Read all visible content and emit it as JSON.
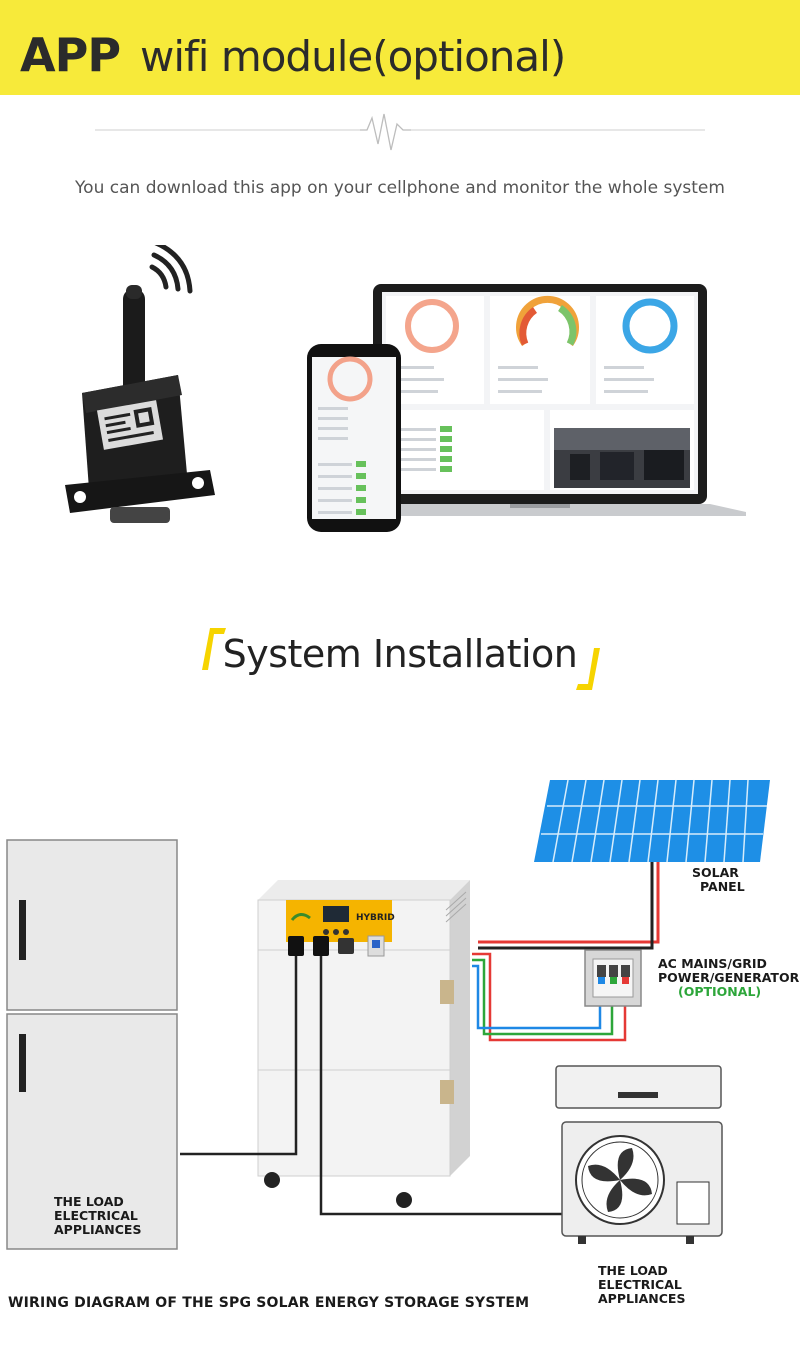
{
  "header": {
    "app_label": "APP",
    "title": "wifi module(optional)",
    "accent_color": "#f7ea3a"
  },
  "subtitle": "You can download this app on your cellphone and monitor the whole system",
  "section_title": "System Installation",
  "diagram": {
    "inverter_brand": "HYBRID",
    "labels": {
      "solar_panel": [
        "SOLAR",
        "PANEL"
      ],
      "ac_mains": [
        "AC MAINS/GRID",
        "POWER/GENERATOR"
      ],
      "ac_mains_optional": "(OPTIONAL)",
      "load_left": [
        "THE LOAD",
        "ELECTRICAL",
        "APPLIANCES"
      ],
      "load_right": [
        "THE LOAD",
        "ELECTRICAL",
        "APPLIANCES"
      ]
    },
    "caption": "WIRING  DIAGRAM OF THE SPG SOLAR ENERGY STORAGE SYSTEM"
  }
}
